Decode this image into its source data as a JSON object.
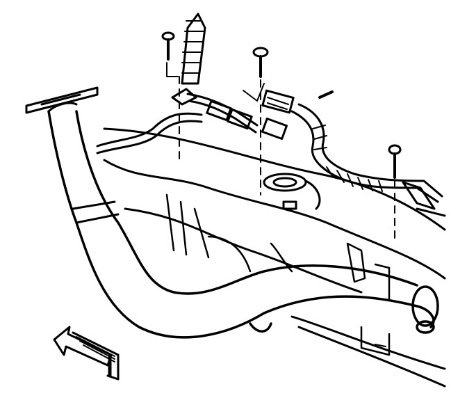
{
  "diagram": {
    "background": "#ffffff",
    "line_color": "#000000",
    "parts": [
      {
        "name": "exhaust-pipe",
        "label": ""
      },
      {
        "name": "exhaust-flange",
        "label": ""
      },
      {
        "name": "wiring-harness",
        "label": ""
      },
      {
        "name": "harness-connector",
        "label": ""
      },
      {
        "name": "bolt",
        "label": ""
      },
      {
        "name": "body-panel",
        "label": ""
      },
      {
        "name": "direction-arrow",
        "label": ""
      }
    ]
  }
}
